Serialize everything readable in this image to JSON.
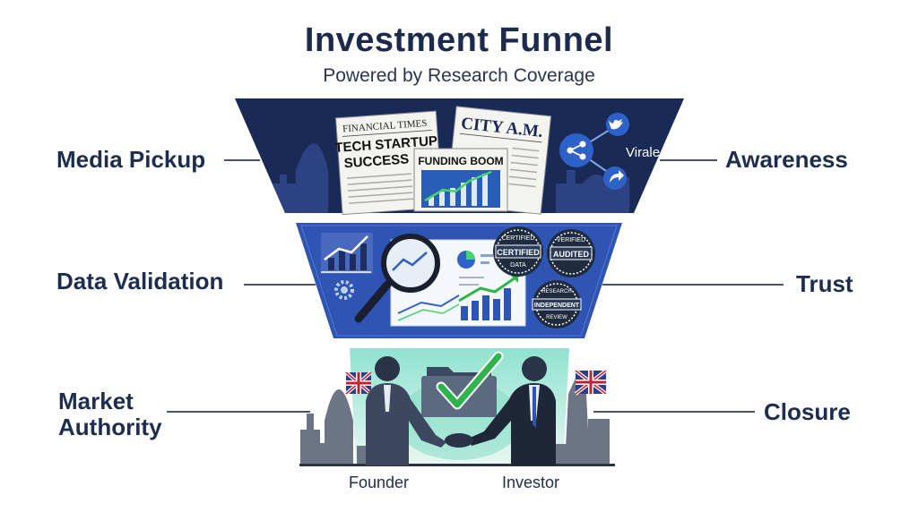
{
  "title": "Investment Funnel",
  "subtitle": "Powered by Research Coverage",
  "stages": [
    {
      "left_label": "Media Pickup",
      "right_label": "Awareness"
    },
    {
      "left_label": "Data Validation",
      "right_label": "Trust"
    },
    {
      "left_label_line1": "Market",
      "left_label_line2": "Authority",
      "right_label": "Closure"
    }
  ],
  "media": {
    "paper1_masthead": "FINANCIAL TIMES",
    "paper1_headline1": "TECH STARTUP",
    "paper1_headline2": "SUCCESS",
    "paper2_masthead": "CITY A.M.",
    "paper3_headline": "FUNDING BOOM",
    "share_label": "Virale"
  },
  "badges": {
    "badge1_top": "CERTIFIED",
    "badge1_main": "CERTIFIED",
    "badge1_bottom": "DATA",
    "badge2_top": "VERIFIED",
    "badge2_main": "AUDITED",
    "badge3_top": "RESEARCH",
    "badge3_main": "INDEPENDENT",
    "badge3_bottom": "REVIEW"
  },
  "people": {
    "left": "Founder",
    "right": "Investor"
  },
  "colors": {
    "tier1": "#1a2a57",
    "tier2": "#2f55b4",
    "tier3": "#5bc8b0",
    "text": "#1d2d4f",
    "accent_green": "#2fb34a"
  }
}
